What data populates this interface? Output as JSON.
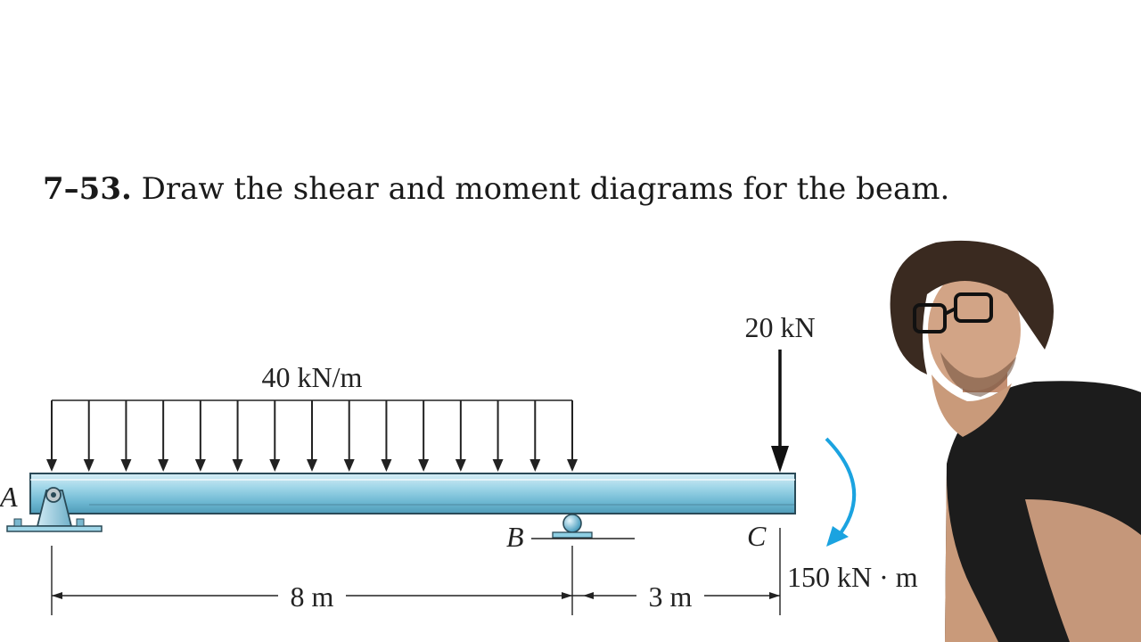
{
  "problem": {
    "number": "7–53.",
    "text": "Draw the shear and moment diagrams for the beam."
  },
  "diagram": {
    "distributed_load_label": "40 kN/m",
    "point_load_label": "20 kN",
    "moment_label": "150 kN · m",
    "point_a_label": "A",
    "point_b_label": "B",
    "point_c_label": "C",
    "span_ab_label": "8 m",
    "span_bc_label": "3 m"
  },
  "colors": {
    "beam_fill": "#8ecfe3",
    "beam_edge": "#2a4a57",
    "moment_arrow": "#1ba3e0",
    "ink": "#222222"
  }
}
